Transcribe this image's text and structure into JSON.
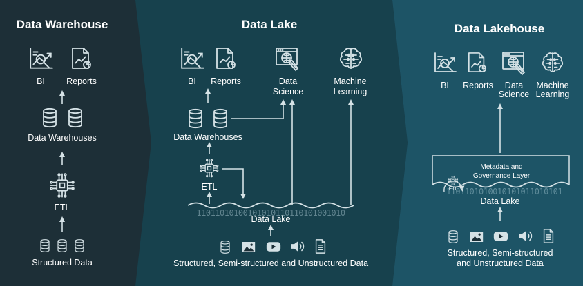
{
  "colors": {
    "panel_warehouse": "#1d2f37",
    "panel_lake": "#17414d",
    "panel_lakehouse": "#1d5466",
    "line": "#d5e2e6",
    "text": "#ffffff"
  },
  "warehouse": {
    "title": "Data Warehouse",
    "bi": "BI",
    "reports": "Reports",
    "data_warehouses": "Data Warehouses",
    "etl": "ETL",
    "structured_data": "Structured Data"
  },
  "lake": {
    "title": "Data Lake",
    "bi": "BI",
    "reports": "Reports",
    "data_science": [
      "Data",
      "Science"
    ],
    "machine_learning": [
      "Machine",
      "Learning"
    ],
    "data_warehouses": "Data Warehouses",
    "etl": "ETL",
    "data_lake": "Data Lake",
    "sources": "Structured, Semi-structured and Unstructured Data",
    "binary": "11011010100101010110110101001010"
  },
  "lakehouse": {
    "title": "Data Lakehouse",
    "bi": "BI",
    "reports": "Reports",
    "data_science": [
      "Data",
      "Science"
    ],
    "machine_learning": [
      "Machine",
      "Learning"
    ],
    "metadata": [
      "Metadata and",
      "Governance Layer"
    ],
    "etl": "ETL",
    "data_lake": "Data Lake",
    "sources": [
      "Structured, Semi-structured",
      "and Unstructured Data"
    ],
    "binary": "1101101010010101011010101"
  },
  "icons": [
    "bi-chart-icon",
    "report-icon",
    "data-science-icon",
    "machine-learning-brain-icon",
    "database-icon",
    "etl-chip-icon",
    "image-icon",
    "video-icon",
    "audio-icon",
    "document-icon"
  ]
}
